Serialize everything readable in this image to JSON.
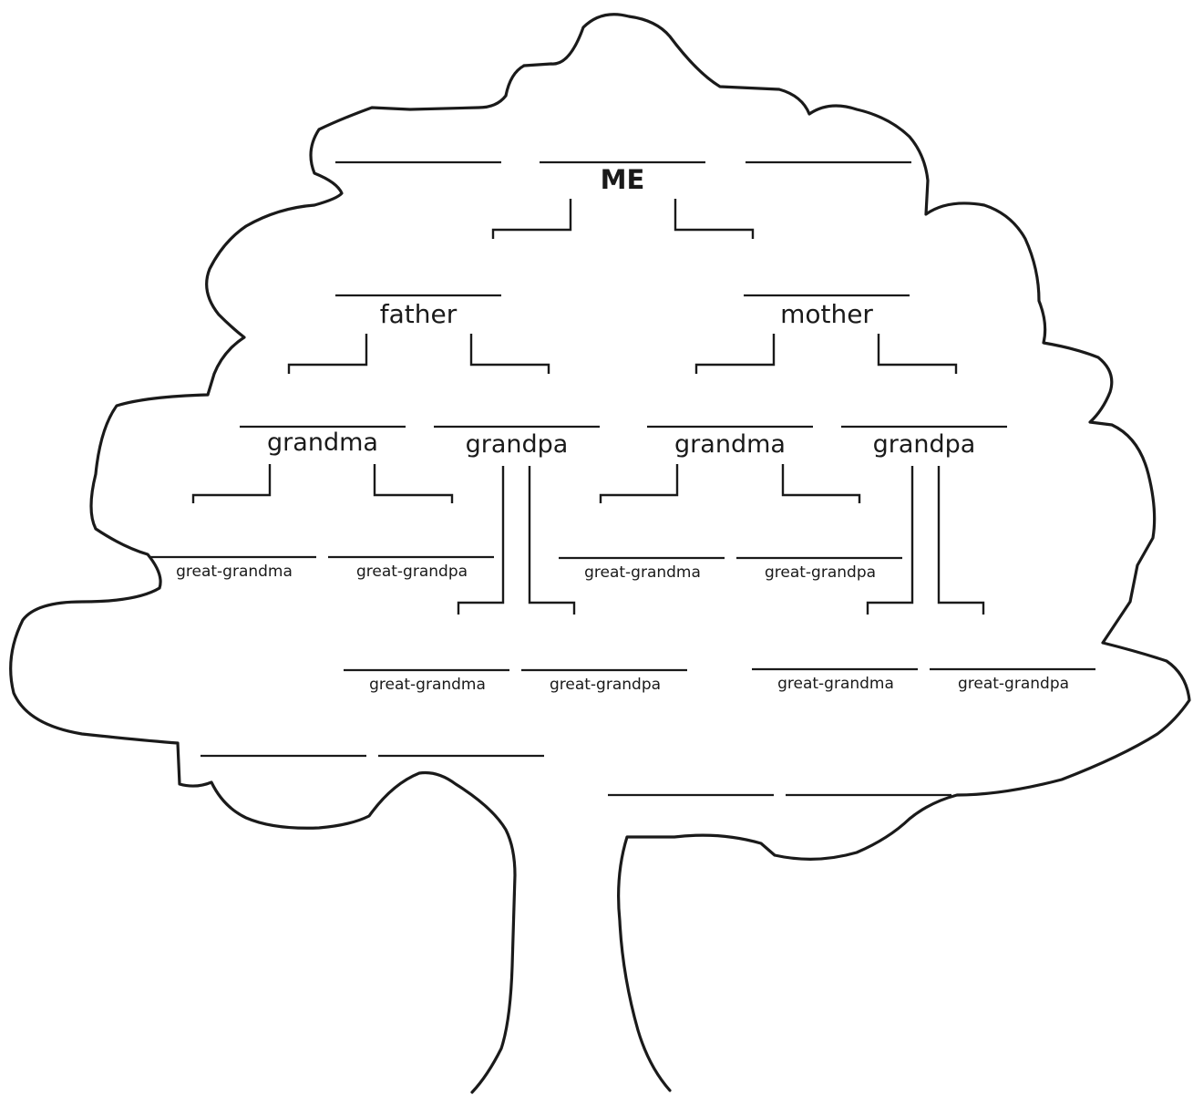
{
  "labels": {
    "me": "ME",
    "father": "father",
    "mother": "mother",
    "grandma_paternal": "grandma",
    "grandpa_paternal": "grandpa",
    "grandma_maternal": "grandma",
    "grandpa_maternal": "grandpa",
    "great_grandma_1": "great-grandma",
    "great_grandpa_1": "great-grandpa",
    "great_grandma_2": "great-grandma",
    "great_grandpa_2": "great-grandpa",
    "great_grandma_3": "great-grandma",
    "great_grandpa_3": "great-grandpa",
    "great_grandma_4": "great-grandma",
    "great_grandpa_4": "great-grandpa"
  },
  "colors": {
    "line": "#1a1a1a",
    "background": "#ffffff"
  }
}
